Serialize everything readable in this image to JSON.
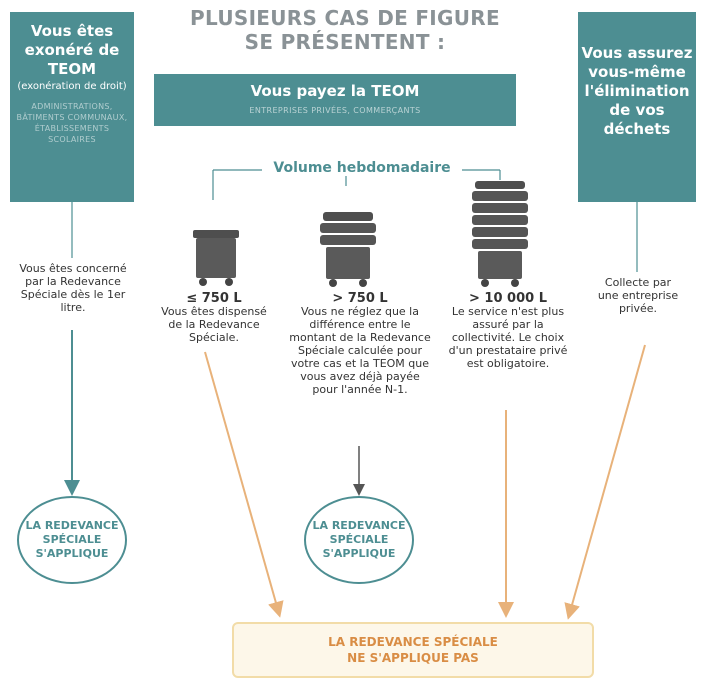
{
  "title": "PLUSIEURS CAS DE FIGURE\nSE PRÉSENTENT :",
  "left_box": {
    "line1": "Vous êtes exonéré de TEOM",
    "line2": "(exonération de droit)",
    "line3": "ADMINISTRATIONS, BÂTIMENTS COMMUNAUX, ÉTABLISSEMENTS SCOLAIRES"
  },
  "center_box": {
    "line1": "Vous payez la TEOM",
    "line2": "ENTREPRISES PRIVÉES, COMMERÇANTS"
  },
  "right_box": {
    "line1": "Vous assurez vous-même l'élimination de vos déchets"
  },
  "volume_label": "Volume hebdomadaire",
  "columns": {
    "left": {
      "text": "Vous êtes concerné par la Redevance Spéciale dès le 1er litre."
    },
    "c1": {
      "volume": "≤ 750 L",
      "text": "Vous êtes dispensé de la Redevance Spéciale."
    },
    "c2": {
      "volume": "> 750 L",
      "text": "Vous ne réglez que la différence entre le montant de la Redevance Spéciale calculée pour votre cas et la TEOM que vous avez déjà payée pour l'année N-1."
    },
    "c3": {
      "volume": "> 10 000 L",
      "text": "Le service n'est plus assuré par la collectivité. Le choix d'un prestataire privé est obligatoire."
    },
    "right": {
      "text": "Collecte par une entreprise privée."
    }
  },
  "oval_applies": "LA REDEVANCE SPÉCIALE S'APPLIQUE",
  "bottom_box": "LA REDEVANCE SPÉCIALE\nNE S'APPLIQUE PAS",
  "colors": {
    "teal": "#4d8e92",
    "title_gray": "#8a9296",
    "orange": "#d98d45",
    "orange_border": "#f2dca8",
    "bin_gray": "#5a5a5a"
  },
  "icons": [
    "small-bin-icon",
    "medium-bin-icon",
    "large-bin-icon"
  ]
}
